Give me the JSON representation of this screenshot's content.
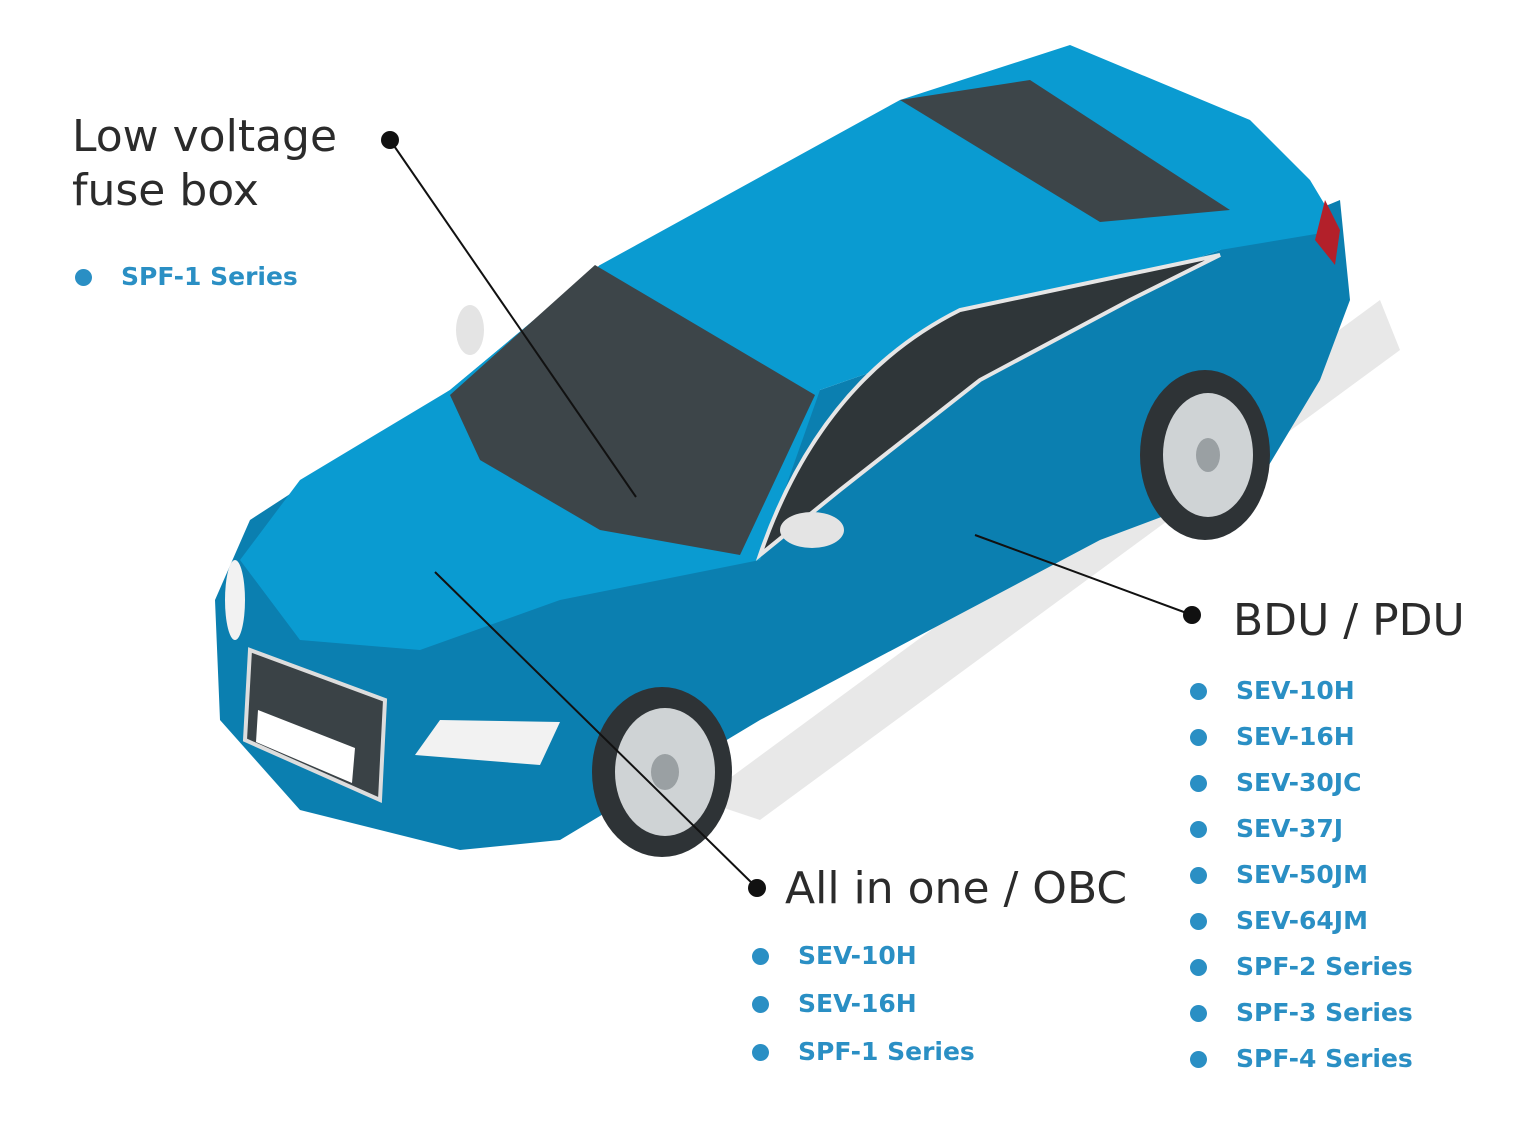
{
  "colors": {
    "accent": "#2a8fc4",
    "car_body": "#0a9bd1",
    "text": "#2b2b2b"
  },
  "callouts": [
    {
      "title_line1": "Low voltage",
      "title_line2": "fuse box",
      "items": [
        "SPF-1 Series"
      ]
    },
    {
      "title": "BDU / PDU",
      "items": [
        "SEV-10H",
        "SEV-16H",
        "SEV-30JC",
        "SEV-37J",
        "SEV-50JM",
        "SEV-64JM",
        "SPF-2 Series",
        "SPF-3 Series",
        "SPF-4 Series"
      ]
    },
    {
      "title": "All in one / OBC",
      "items": [
        "SEV-10H",
        "SEV-16H",
        "SPF-1 Series"
      ]
    }
  ]
}
